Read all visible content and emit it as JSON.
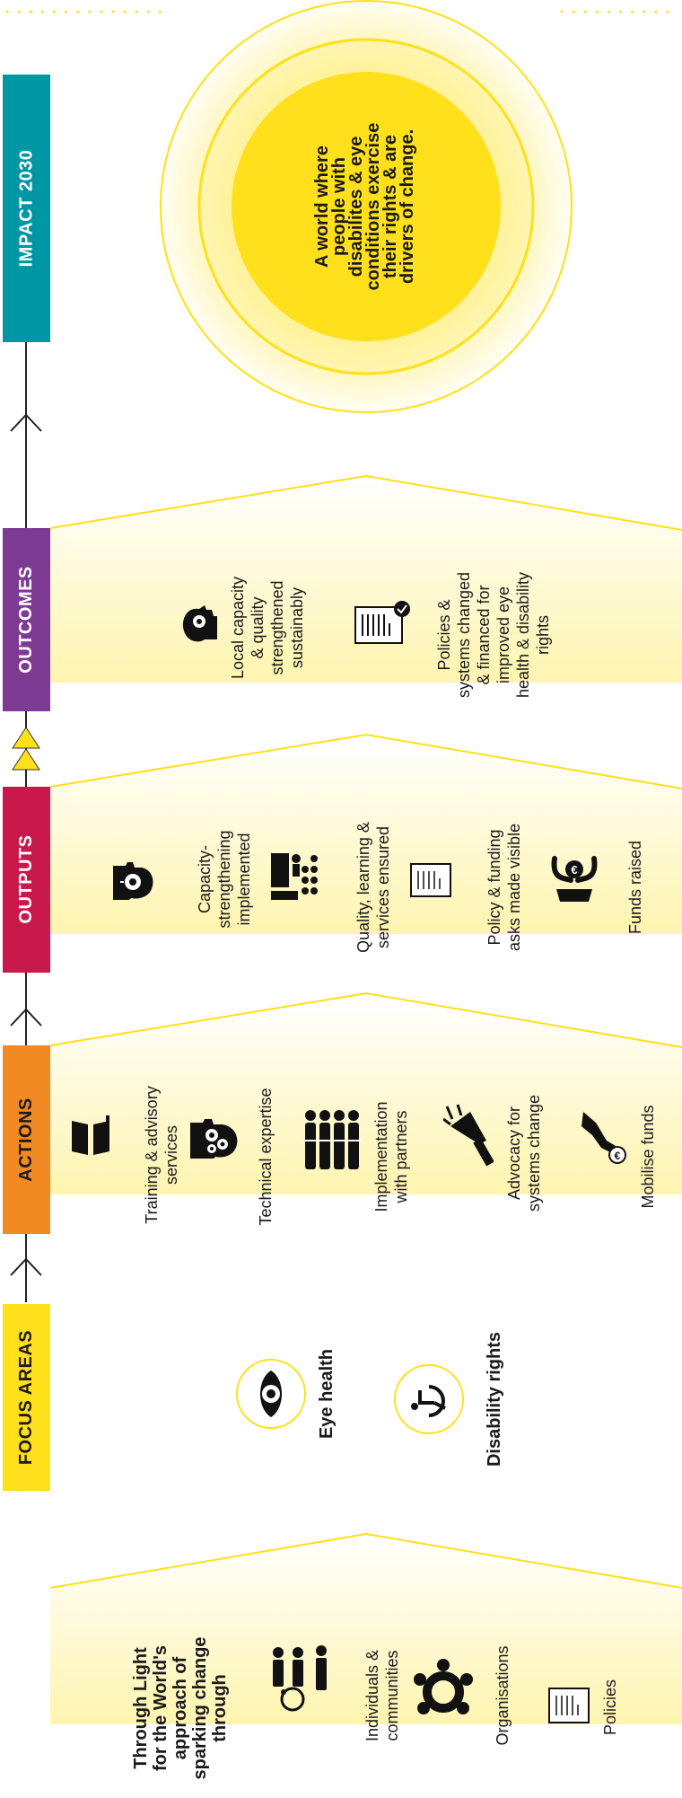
{
  "colors": {
    "focus": "#FFE01B",
    "actions": "#F18A22",
    "outputs": "#C8194A",
    "outcomes": "#7C3A93",
    "impact": "#0097A4",
    "glow": "#FFE01B"
  },
  "stages": {
    "impact": "IMPACT 2030",
    "outcomes": "OUTCOMES",
    "outputs": "OUTPUTS",
    "actions": "ACTIONS",
    "focus": "FOCUS AREAS"
  },
  "impact_statement": [
    "A world where",
    "people with",
    "disabilites & eye",
    "conditions exercise",
    "their rights & are",
    "drivers of change."
  ],
  "outcomes": [
    {
      "icon": "head-location-icon",
      "lines": [
        "Local capacity",
        "& quality",
        "strengthened",
        "sustainably"
      ]
    },
    {
      "icon": "document-check-icon",
      "lines": [
        "Policies &",
        "systems changed",
        "& financed for",
        "improved eye",
        "health & disability",
        "rights"
      ]
    }
  ],
  "outputs": [
    {
      "icon": "head-lightbulb-icon",
      "lines": [
        "Capacity-",
        "strengthening",
        "implemented"
      ]
    },
    {
      "icon": "presentation-group-icon",
      "lines": [
        "Quality, learning &",
        "services ensured"
      ]
    },
    {
      "icon": "document-icon",
      "lines": [
        "Policy & funding",
        "asks made visible"
      ]
    },
    {
      "icon": "hands-coin-icon",
      "lines": [
        "Funds raised"
      ]
    }
  ],
  "actions": [
    {
      "icon": "book-icon",
      "lines": [
        "Training & advisory",
        "services"
      ]
    },
    {
      "icon": "head-gears-icon",
      "lines": [
        "Technical expertise"
      ]
    },
    {
      "icon": "people-group-icon",
      "lines": [
        "Implementation",
        "with partners"
      ]
    },
    {
      "icon": "megaphone-icon",
      "lines": [
        "Advocacy for",
        "systems change"
      ]
    },
    {
      "icon": "hand-coin-icon",
      "lines": [
        "Mobilise funds"
      ]
    }
  ],
  "focus_areas": [
    {
      "icon": "eye-icon",
      "label": "Eye health"
    },
    {
      "icon": "wheelchair-icon",
      "label": "Disability rights"
    }
  ],
  "approach": {
    "title_lines": [
      "Through Light",
      "for the World's",
      "approach of",
      "sparking change",
      "through"
    ],
    "items": [
      {
        "icon": "community-icon",
        "lines": [
          "Individuals &",
          "communities"
        ]
      },
      {
        "icon": "organisations-icon",
        "lines": [
          "Organisations"
        ]
      },
      {
        "icon": "policy-document-icon",
        "lines": [
          "Policies"
        ]
      }
    ]
  }
}
